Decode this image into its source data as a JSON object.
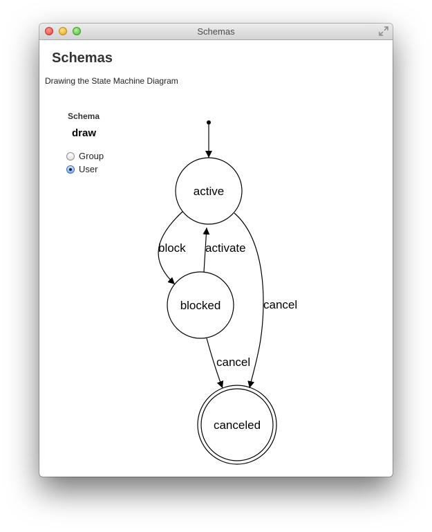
{
  "window": {
    "title": "Schemas"
  },
  "page": {
    "heading": "Schemas",
    "subtitle": "Drawing the State Machine Diagram"
  },
  "sidebar": {
    "label": "Schema",
    "schema_name": "draw",
    "options": [
      {
        "label": "Group",
        "selected": false
      },
      {
        "label": "User",
        "selected": true
      }
    ]
  },
  "diagram": {
    "states": {
      "active": "active",
      "blocked": "blocked",
      "canceled": "canceled"
    },
    "transitions": {
      "block": "block",
      "activate": "activate",
      "cancel_from_active": "cancel",
      "cancel_from_blocked": "cancel"
    },
    "final_state": "canceled"
  },
  "icons": [
    "close-icon",
    "minimize-icon",
    "zoom-icon",
    "fullscreen-icon",
    "radio-icon"
  ],
  "colors": {
    "close": "#e0443e",
    "minimize": "#e0a323",
    "zoom": "#4fb53b",
    "radio_selected": "#3a6fb5"
  }
}
